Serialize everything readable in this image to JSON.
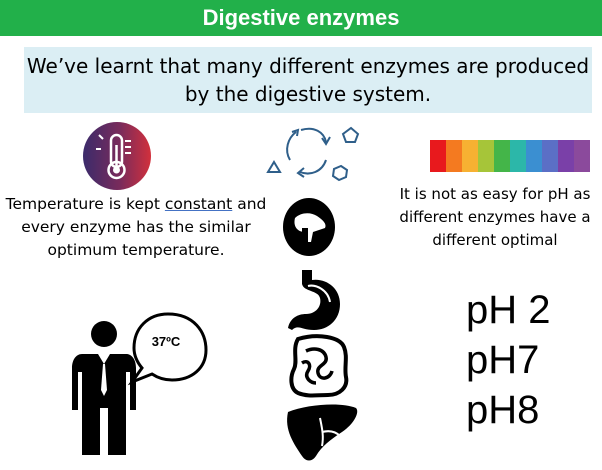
{
  "header": {
    "title": "Digestive enzymes"
  },
  "intro": {
    "text": "We’ve learnt that many different enzymes are produced by the digestive system."
  },
  "temperature": {
    "text_before": "Temperature is kept ",
    "text_underlined": "constant",
    "text_after": " and every enzyme has the similar optimum temperature.",
    "bubble_label": "37ºC"
  },
  "ph": {
    "text": "It is not as easy for pH as different enzymes have a different optimal",
    "values": [
      "pH 2",
      "pH7",
      "pH8"
    ],
    "spectrum_colors": [
      "#e8191d",
      "#f47a20",
      "#f7b132",
      "#a6c539",
      "#44b549",
      "#2cb7a9",
      "#3b8fd1",
      "#5b6fc6",
      "#7a40a8",
      "#8b4a9c"
    ]
  },
  "icons": [
    "thermometer-icon",
    "enzyme-cycle-icon",
    "pancreas-icon",
    "stomach-icon",
    "intestine-icon",
    "liver-icon",
    "person-icon"
  ]
}
